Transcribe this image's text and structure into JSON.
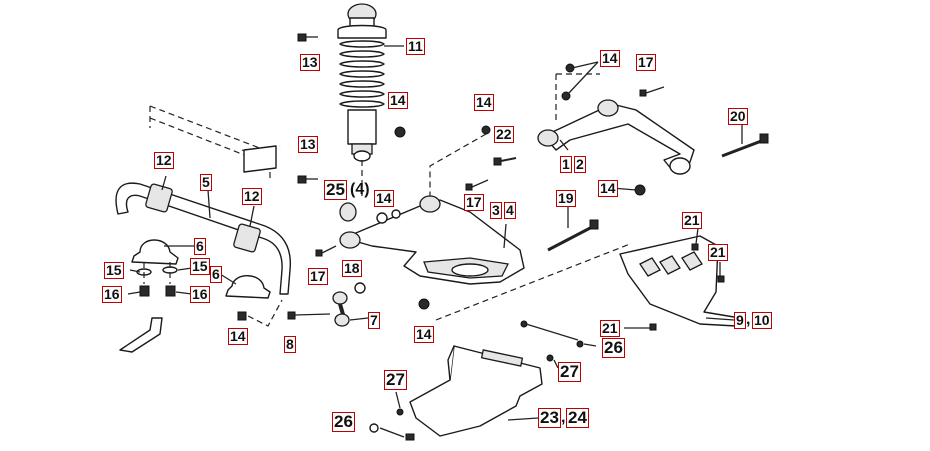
{
  "colors": {
    "callout_border": "#c00000",
    "line": "#1a1a1a"
  },
  "callouts": {
    "c11": "11",
    "c13a": "13",
    "c13b": "13",
    "c14_shock": "14",
    "c14_top": "14",
    "c17_top": "17",
    "c14_mid": "14",
    "c22": "22",
    "c12_arm": "1",
    "c2_arm": "2",
    "c20": "20",
    "c14_right": "14",
    "c12a": "12",
    "c5": "5",
    "c25": "25",
    "c25_suffix": "(4)",
    "c14_bush": "14",
    "c17_mid": "17",
    "c3": "3",
    "c4": "4",
    "c19": "19",
    "c12b": "12",
    "c6a": "6",
    "c15a": "15",
    "c15b": "15",
    "c6b": "6",
    "c16a": "16",
    "c16b": "16",
    "c17_low": "17",
    "c18": "18",
    "c21a": "21",
    "c21b": "21",
    "c7": "7",
    "c14_low": "14",
    "c8": "8",
    "c14_bot": "14",
    "c9": "9",
    "c10": "10",
    "c21c": "21",
    "c26a": "26",
    "c27a": "27",
    "c27b": "27",
    "c23": "23",
    "c24": "24",
    "c26b": "26"
  },
  "separators": {
    "comma": ","
  }
}
